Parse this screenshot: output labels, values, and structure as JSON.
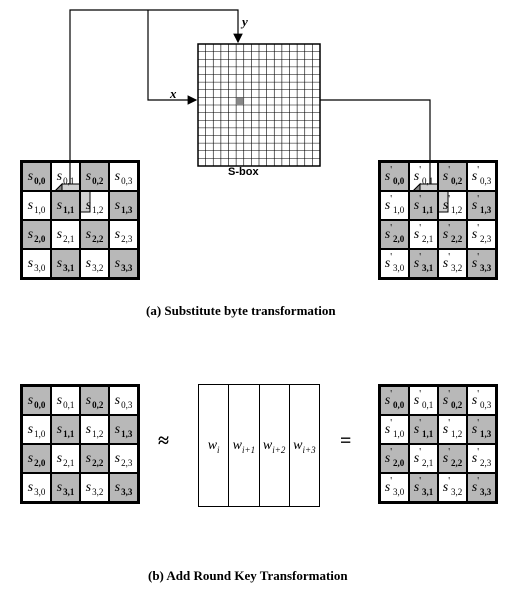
{
  "labels": {
    "x": "x",
    "y": "y",
    "sbox": "S-box"
  },
  "captions": {
    "a": "(a) Substitute byte transformation",
    "b": "(b) Add Round Key Transformation"
  },
  "symbols": {
    "approx": "≈",
    "equals": "="
  },
  "cube_labels": {
    "input": "s",
    "input_sub": "1,1",
    "output": "s",
    "output_prime": "'",
    "output_sub": "1,1"
  },
  "state_in": [
    [
      "s",
      "0,0",
      "s",
      "0,1",
      "s",
      "0,2",
      "s",
      "0,3"
    ],
    [
      "s",
      "1,0",
      "s",
      "1,1",
      "s",
      "1,2",
      "s",
      "1,3"
    ],
    [
      "s",
      "2,0",
      "s",
      "2,1",
      "s",
      "2,2",
      "s",
      "2,3"
    ],
    [
      "s",
      "3,0",
      "s",
      "3,1",
      "s",
      "3,2",
      "s",
      "3,3"
    ]
  ],
  "state_out_prime": "'",
  "key_words": [
    {
      "w": "w",
      "sub": "i"
    },
    {
      "w": "w",
      "sub": "i+1"
    },
    {
      "w": "w",
      "sub": "i+2"
    },
    {
      "w": "w",
      "sub": "i+3"
    }
  ],
  "colors": {
    "shade": "#b8b8b8",
    "cube_face": "#d0d0d0",
    "cube_side": "#555555",
    "sbox_mark": "#888888"
  }
}
